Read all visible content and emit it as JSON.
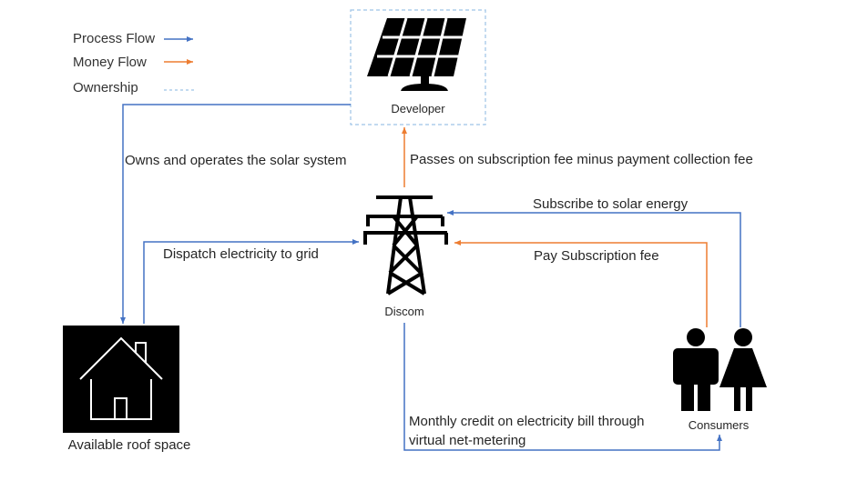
{
  "legend": {
    "process_flow": "Process Flow",
    "money_flow": "Money Flow",
    "ownership": "Ownership"
  },
  "colors": {
    "process": "#4472c4",
    "money": "#ed7d31",
    "ownership": "#9dc3e6",
    "icon": "#000000"
  },
  "nodes": {
    "developer": {
      "label": "Developer",
      "icon": "solar-panel-icon"
    },
    "discom": {
      "label": "Discom",
      "icon": "transmission-tower-icon"
    },
    "roof": {
      "label": "Available roof space",
      "icon": "house-icon"
    },
    "consumers": {
      "label": "Consumers",
      "icon": "people-icon"
    }
  },
  "edges": {
    "owns": "Owns and operates the solar system",
    "passes_fee": "Passes on subscription fee  minus payment collection fee",
    "dispatch": "Dispatch electricity to grid",
    "subscribe": "Subscribe to solar energy",
    "pay_fee": "Pay Subscription fee",
    "credit_line1": "Monthly credit on electricity bill through",
    "credit_line2": "virtual net-metering"
  }
}
